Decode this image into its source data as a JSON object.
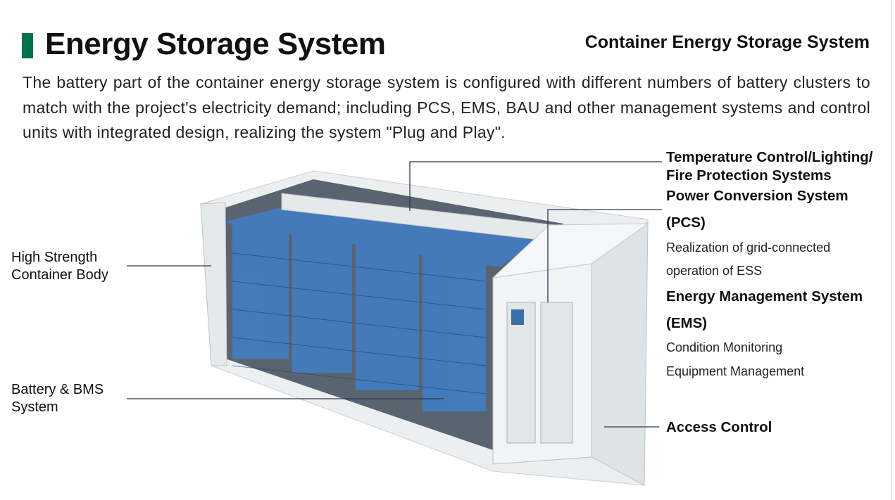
{
  "header": {
    "title": "Energy Storage System",
    "subtitle": "Container Energy Storage System",
    "accent_color": "#00724a"
  },
  "description": "The battery part of the container energy storage system is configured with different numbers of battery clusters to match with the project's electricity demand; including PCS, EMS, BAU and other management systems and control units with integrated design, realizing the system \"Plug and Play\".",
  "left_labels": {
    "container_body": [
      "High Strength",
      "Container Body"
    ],
    "battery": [
      "Battery & BMS",
      "System"
    ]
  },
  "right_labels": {
    "temperature": [
      "Temperature Control/Lighting/",
      "Fire Protection Systems"
    ],
    "pcs_title": "Power Conversion System",
    "pcs_abbr": "(PCS)",
    "pcs_desc": [
      "Realization of grid-connected",
      "operation of ESS"
    ],
    "ems_title": "Energy Management System",
    "ems_abbr": "(EMS)",
    "ems_desc": [
      "Condition Monitoring",
      "Equipment Management"
    ],
    "access": "Access Control"
  },
  "colors": {
    "leader_line": "#2a3550",
    "battery_blue": "#3f7fc8",
    "frame": "#e6e9ea"
  }
}
